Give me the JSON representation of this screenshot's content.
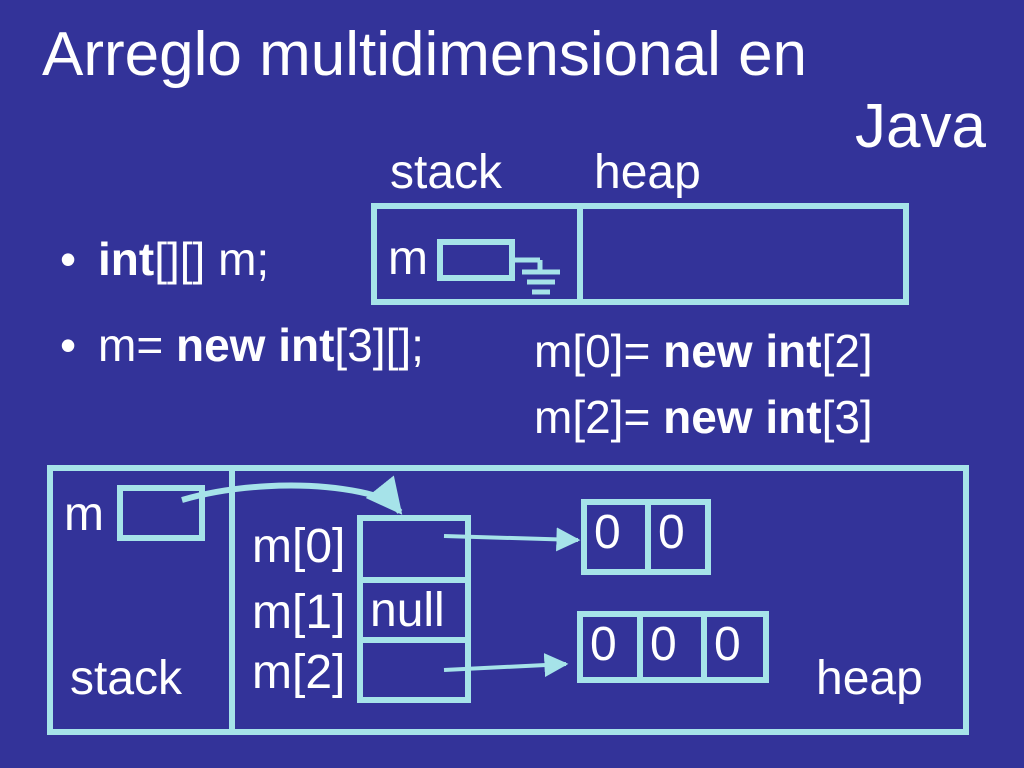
{
  "title": {
    "line1": "Arreglo multidimensional en",
    "line2": "Java"
  },
  "top_diagram": {
    "stack_label": "stack",
    "heap_label": "heap",
    "var_label": "m"
  },
  "bullets": [
    {
      "plain": "",
      "bold": "int",
      "rest": "[][] m;"
    },
    {
      "plain": "m= ",
      "bold": "new int",
      "rest": "[3][];"
    }
  ],
  "code_lines": [
    {
      "plain": "m[0]= ",
      "bold": "new int",
      "rest": "[2]"
    },
    {
      "plain": "m[2]= ",
      "bold": "new int",
      "rest": "[3]"
    }
  ],
  "bottom_diagram": {
    "var_label": "m",
    "stack_label": "stack",
    "heap_label": "heap",
    "rows": [
      {
        "label": "m[0]",
        "value": ""
      },
      {
        "label": "m[1]",
        "value": "null"
      },
      {
        "label": "m[2]",
        "value": ""
      }
    ],
    "array_a": [
      "0",
      "0"
    ],
    "array_b": [
      "0",
      "0",
      "0"
    ]
  },
  "colors": {
    "background": "#333399",
    "line": "#a6e3e9",
    "text": "#ffffff"
  }
}
